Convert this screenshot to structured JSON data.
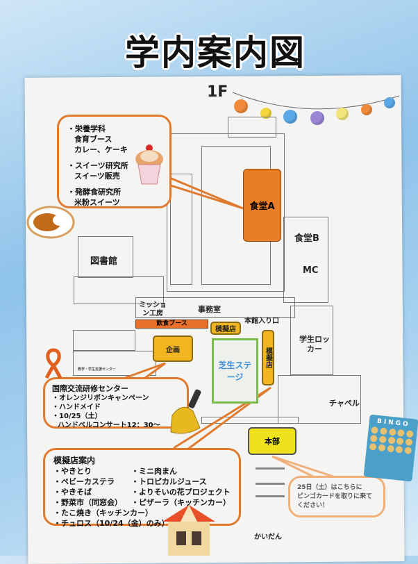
{
  "title": "学内案内図",
  "floor": "1F",
  "colors": {
    "accent": "#e07a2e",
    "stall": "#f2b51f",
    "stage": "#7cbc4a",
    "stage_text": "#3a8fd8",
    "hq": "#eee21c",
    "background": "#8fc3ea"
  },
  "callouts": {
    "food": {
      "lines": [
        "・栄養学科",
        "食育ブース",
        "カレー、ケーキ",
        "・スイーツ研究所",
        "スイーツ販売",
        "・発酵食研究所",
        "米粉スイーツ"
      ]
    },
    "intl": {
      "lines": [
        "国際交流研修センター",
        "・オレンジリボンキャンペーン",
        "・ハンドメイド",
        "・10/25（土）",
        "ハンドベルコンサート12：30～"
      ]
    },
    "stalls": {
      "heading": "模擬店案内",
      "left": [
        "・やきとり",
        "・ベビーカステラ",
        "・やきそば",
        "・野菜市（同窓会）",
        "・たこ焼き（キッチンカー）",
        "・チュロス（10/24（金）のみ）"
      ],
      "right": [
        "・ミニ肉まん",
        "・トロピカルジュース",
        "・よりそいの花プロジェクト",
        "・ピザーラ（キッチンカー）"
      ]
    },
    "bingo": {
      "lines": [
        "25日（土）はこちらに",
        "ビンゴカードを取りに来て",
        "ください！"
      ]
    }
  },
  "map": {
    "cafeteria_a": "食堂A",
    "cafeteria_b": "食堂B",
    "mc": "MC",
    "library": "図書館",
    "mission_lab": "ミッション工房",
    "office": "事務室",
    "main_entrance": "本館入り口",
    "food_booth": "飲食ブース",
    "stall_top": "模擬店",
    "stall_side": "模擬店",
    "project": "企画",
    "lawn_stage": "芝生ステージ",
    "student_locker": "学生ロッカー",
    "chapel": "チャペル",
    "hq": "本部",
    "stairs": "かいだん",
    "support_center": "教学・学生支援センター"
  },
  "bingo_card": {
    "header": "BINGO"
  }
}
